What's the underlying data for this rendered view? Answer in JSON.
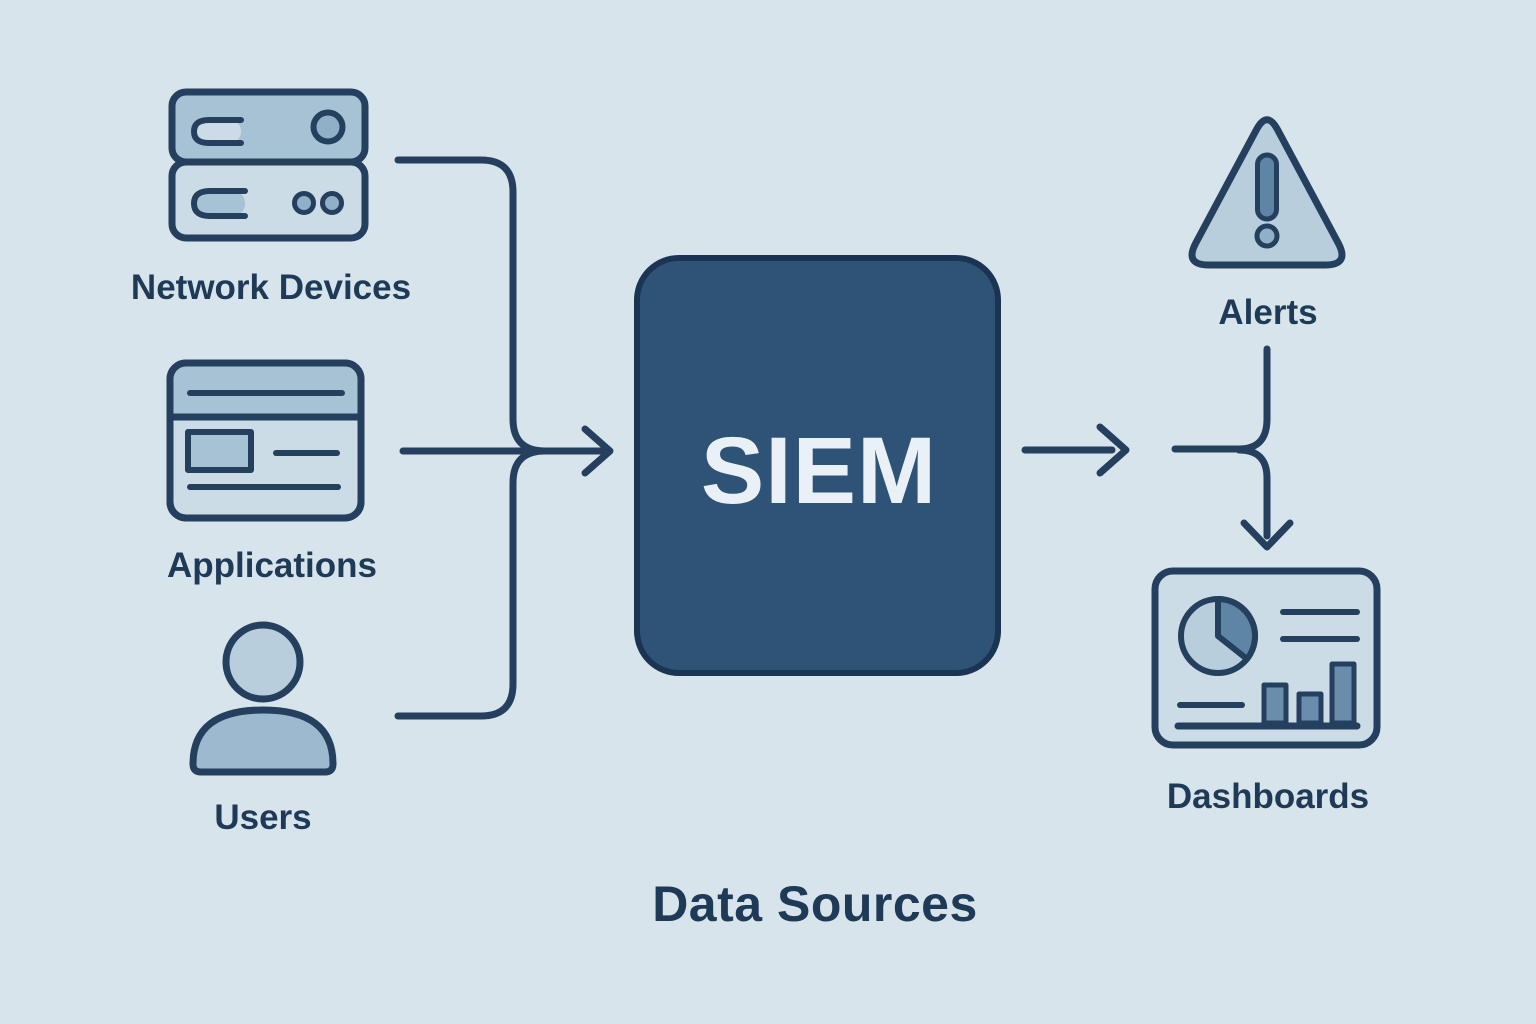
{
  "diagram": {
    "caption": "Data Sources",
    "processor": {
      "id": "siem",
      "label": "SIEM"
    },
    "sources": [
      {
        "id": "network-devices",
        "label": "Network Devices",
        "icon": "server-stack-icon"
      },
      {
        "id": "applications",
        "label": "Applications",
        "icon": "app-window-icon"
      },
      {
        "id": "users",
        "label": "Users",
        "icon": "user-icon"
      }
    ],
    "outputs": [
      {
        "id": "alerts",
        "label": "Alerts",
        "icon": "warning-triangle-icon"
      },
      {
        "id": "dashboards",
        "label": "Dashboards",
        "icon": "dashboard-chart-icon"
      }
    ],
    "connections": [
      {
        "from": "network-devices",
        "to": "siem"
      },
      {
        "from": "applications",
        "to": "siem"
      },
      {
        "from": "users",
        "to": "siem"
      },
      {
        "from": "siem",
        "to": "alerts"
      },
      {
        "from": "siem",
        "to": "dashboards"
      },
      {
        "from": "alerts",
        "to": "dashboards"
      }
    ]
  },
  "colors": {
    "background": "#d8e4eb",
    "outline": "#24405e",
    "text": "#1f3a57",
    "siem_fill": "#2e5377",
    "siem_border": "#1a3553",
    "siem_text": "#eaf1f6",
    "icon_light": "#ccdce7",
    "icon_medium": "#a8c2d5",
    "icon_soft": "#b9cedc",
    "icon_mid": "#8fb0c7",
    "icon_muted": "#9cb9cf",
    "icon_dark": "#5e84a6",
    "bar_fill": "#6b8dac"
  }
}
